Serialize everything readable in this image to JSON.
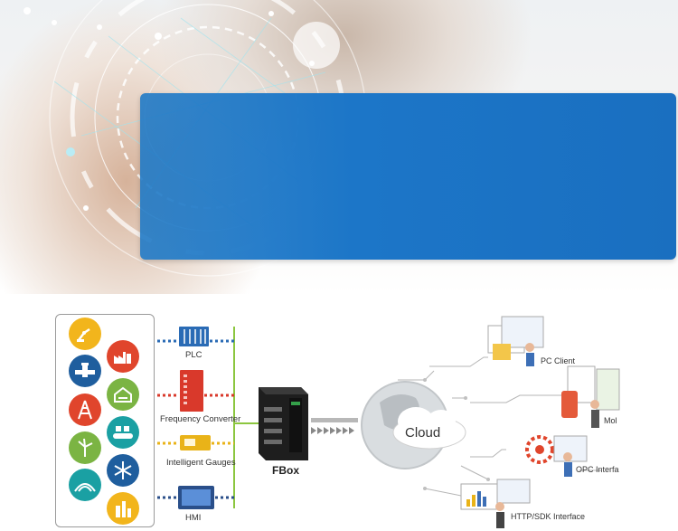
{
  "colors": {
    "panel_blue": "#1c76c8",
    "green_line": "#8cc63f",
    "dot_blue": "#2a6bb5",
    "dot_red": "#d9392b",
    "dot_yellow": "#e9b318",
    "dot_navy": "#2a4f8a"
  },
  "industry_icons": [
    {
      "name": "robot-arm-icon",
      "color": "#f2b51c"
    },
    {
      "name": "factory-icon",
      "color": "#e0452c"
    },
    {
      "name": "pipeline-icon",
      "color": "#1f5e9e"
    },
    {
      "name": "farm-icon",
      "color": "#7bb443"
    },
    {
      "name": "oil-rig-icon",
      "color": "#e0452c"
    },
    {
      "name": "conveyor-icon",
      "color": "#1aa0a3"
    },
    {
      "name": "wind-turbine-icon",
      "color": "#7bb443"
    },
    {
      "name": "snowflake-icon",
      "color": "#1f5e9e"
    },
    {
      "name": "field-icon",
      "color": "#1aa0a3"
    },
    {
      "name": "refinery-icon",
      "color": "#f2b51c"
    }
  ],
  "devices": {
    "plc": "PLC",
    "frequency_converter": "Frequency Converter",
    "intelligent_gauges": "Intelligent Gauges",
    "hmi": "HMI"
  },
  "gateway": {
    "label": "FBox"
  },
  "cloud": {
    "label": "Cloud"
  },
  "outputs": {
    "pc_client": "PC Client",
    "mobile": "Mol",
    "opc": "OPC Interfa",
    "http_sdk": "HTTP/SDK Interface"
  }
}
